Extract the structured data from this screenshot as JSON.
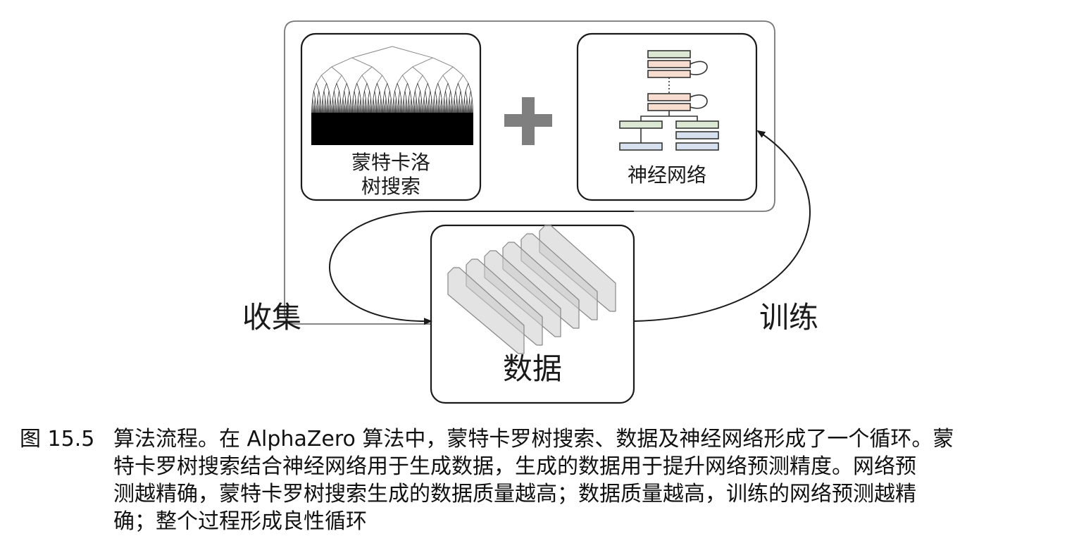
{
  "labels": {
    "mcts_line1": "蒙特卡洛",
    "mcts_line2": "树搜索",
    "neural_network": "神经网络",
    "data": "数据",
    "collect": "收集",
    "train": "训练"
  },
  "caption": {
    "number": "图 15.5",
    "lines": [
      "算法流程。在 AlphaZero 算法中，蒙特卡罗树搜索、数据及神经网络形成了一个循环。蒙",
      "特卡罗树搜索结合神经网络用于生成数据，生成的数据用于提升网络预测精度。网络预",
      "测越精确，蒙特卡罗树搜索生成的数据质量越高；数据质量越高，训练的网络预测越精",
      "确；整个过程形成良性循环"
    ]
  },
  "colors": {
    "stroke": "#1a1a1a",
    "outer_box": "#777777",
    "plus": "#7f7f7f",
    "layer_green": "#dde8d4",
    "layer_peach": "#f6ddd0",
    "layer_blue": "#d6e0ee",
    "sheet_fill": "#cccccc"
  },
  "icons": {
    "tree": "search-tree-icon",
    "plus": "plus-icon",
    "network": "network-layers-icon",
    "data": "data-stack-icon"
  }
}
